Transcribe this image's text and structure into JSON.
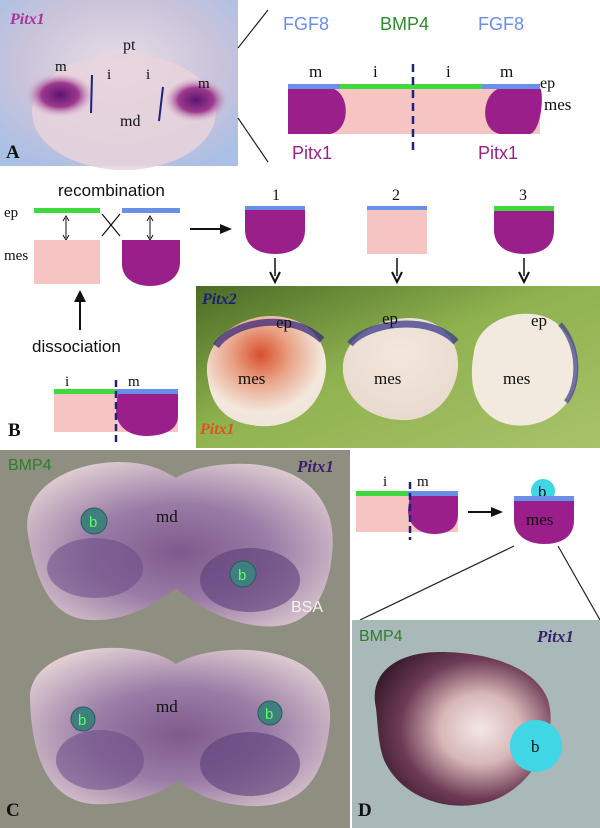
{
  "colors": {
    "fgf8": "#6a8fe8",
    "bmp4": "#2e8b2e",
    "green_bar": "#3fd83f",
    "pitx1": "#9b1f8a",
    "mes_pink": "#f6c4c2",
    "divider": "#1a237e",
    "photo_bg_a": "#b9c9e8",
    "photo_bg_b": "#7da043",
    "photo_bg_c": "#8e8f80",
    "photo_bg_d": "#a9b8b8",
    "bead_cyan": "#3fd6e6"
  },
  "panel_a": {
    "letter": "A",
    "photo_title": "Pitx1",
    "labels": {
      "pt": "pt",
      "md": "md",
      "m_left": "m",
      "m_right": "m",
      "i_left": "i",
      "i_right": "i"
    },
    "schematic": {
      "fgf8_left": "FGF8",
      "bmp4": "BMP4",
      "fgf8_right": "FGF8",
      "m_left": "m",
      "i_left": "i",
      "i_right": "i",
      "m_right": "m",
      "ep": "ep",
      "mes": "mes",
      "pitx1_left": "Pitx1",
      "pitx1_right": "Pitx1"
    }
  },
  "panel_b": {
    "letter": "B",
    "recombination": "recombination",
    "ep": "ep",
    "mes": "mes",
    "dissociation": "dissociation",
    "i": "i",
    "m": "m",
    "conditions": [
      "1",
      "2",
      "3"
    ],
    "photo": {
      "gene_top": "Pitx2",
      "gene_bottom": "Pitx1",
      "ep_labels": [
        "ep",
        "ep",
        "ep"
      ],
      "mes_labels": [
        "mes",
        "mes",
        "mes"
      ]
    }
  },
  "panel_c": {
    "letter": "C",
    "bead_label": "BMP4",
    "gene": "Pitx1",
    "md_top": "md",
    "md_bottom": "md",
    "bsa": "BSA",
    "bead": "b"
  },
  "panel_d": {
    "letter": "D",
    "i": "i",
    "m": "m",
    "bead": "b",
    "mes": "mes",
    "bead_label": "BMP4",
    "gene": "Pitx1"
  }
}
